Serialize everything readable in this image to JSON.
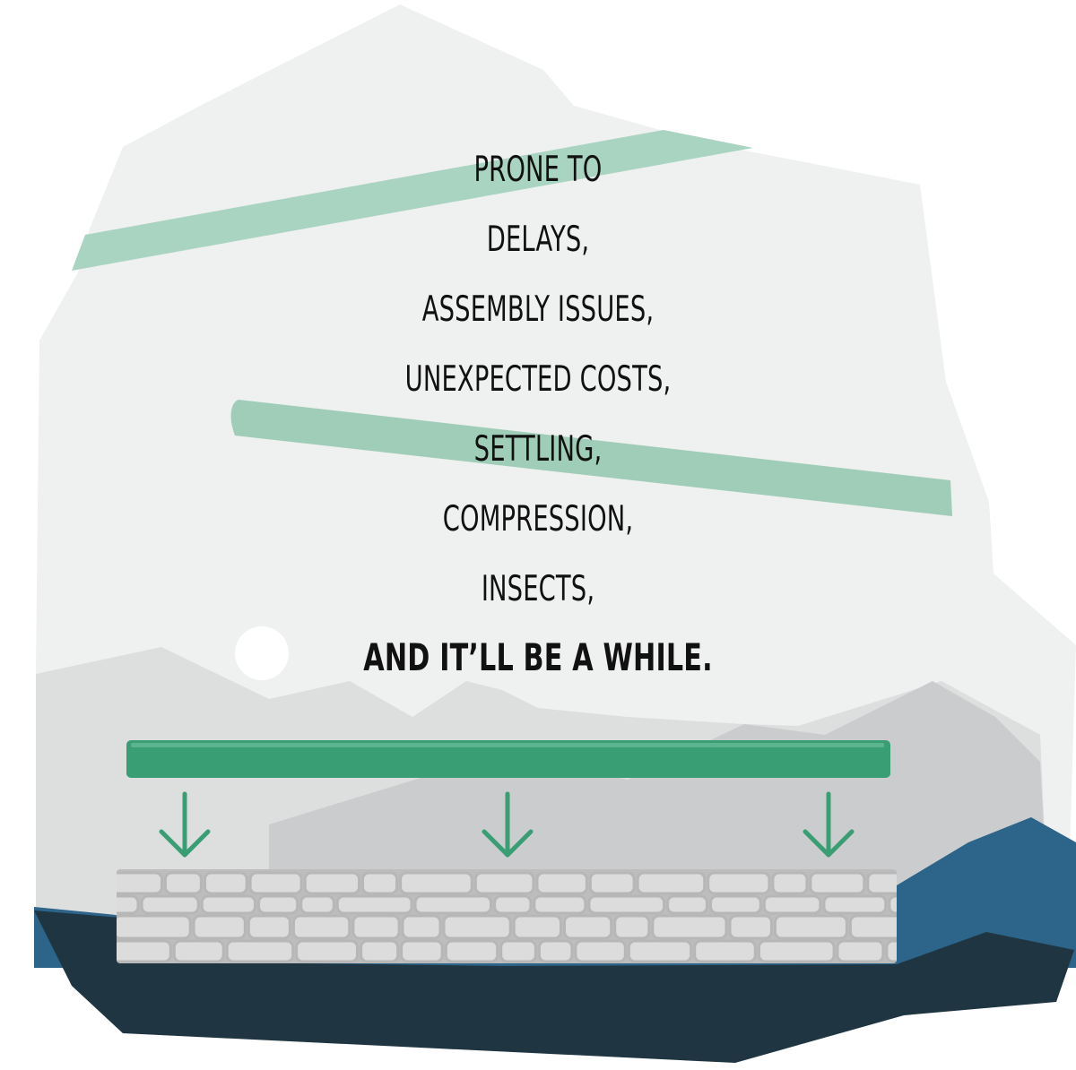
{
  "text_lines": [
    "PRONE TO",
    "DELAYS,",
    "ASSEMBLY ISSUES,",
    "UNEXPECTED COSTS,",
    "SETTLING,",
    "COMPRESSION,",
    "INSECTS,"
  ],
  "closing_line": "AND IT’LL BE A WHILE.",
  "colors": {
    "sky": "#eff0f0",
    "stripe": "#a9d4c2",
    "beam": "#3a9e74",
    "arrow": "#3a9e74",
    "mountain_light": "#dddede",
    "mountain_mid": "#cbcccd",
    "water": "#2d6489",
    "ground_dark": "#1f3642",
    "stone": "#dcdcdc",
    "stone_outline": "#b7b7b7",
    "moon": "#ffffff"
  },
  "icons": [
    "down-arrow-icon",
    "down-arrow-icon",
    "down-arrow-icon"
  ]
}
